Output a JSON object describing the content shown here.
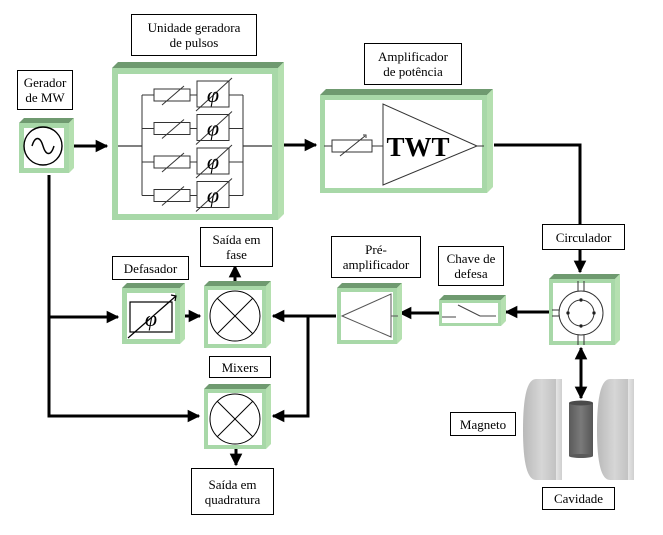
{
  "diagram": {
    "title": "MW pulsed EPR spectrometer block diagram",
    "colors": {
      "block_face": "#a8d8a8",
      "block_top": "#6f9a70",
      "block_side": "#b5e0b0",
      "line": "#000000",
      "magnet": "#c8c8c8",
      "cavity": "#606060"
    },
    "labels": {
      "gerador_mw": "Gerador\nde MW",
      "unidade_geradora": "Unidade geradora\nde pulsos",
      "amplificador_potencia": "Amplificador\nde potência",
      "circulador": "Circulador",
      "chave_defesa": "Chave de\ndefesa",
      "pre_amplificador": "Pré-\namplificador",
      "defasador": "Defasador",
      "saida_fase": "Saída em\nfase",
      "mixers": "Mixers",
      "saida_quadratura": "Saída em\nquadratura",
      "magneto": "Magneto",
      "cavidade": "Cavidade"
    },
    "symbols": {
      "twt_text": "TWT",
      "phase_symbol": "φ",
      "oscillator_symbol": "~"
    },
    "nodes": [
      {
        "id": "gerador_mw",
        "symbol": "sine-oscillator-icon"
      },
      {
        "id": "unidade_geradora",
        "symbol": "pulse-channels",
        "channels": 4
      },
      {
        "id": "amplificador_potencia",
        "symbol": "attenuator-and-twt-amplifier-icon"
      },
      {
        "id": "circulador",
        "symbol": "circulator-icon"
      },
      {
        "id": "chave_defesa",
        "symbol": "switch-icon"
      },
      {
        "id": "pre_amplificador",
        "symbol": "amplifier-triangle-icon"
      },
      {
        "id": "defasador",
        "symbol": "phase-shifter-icon"
      },
      {
        "id": "mixer_fase",
        "symbol": "mixer-icon"
      },
      {
        "id": "mixer_quadratura",
        "symbol": "mixer-icon"
      },
      {
        "id": "magneto",
        "symbol": "magnet-poles"
      },
      {
        "id": "cavidade",
        "symbol": "cavity-cylinder"
      }
    ],
    "edges": [
      {
        "from": "gerador_mw",
        "to": "unidade_geradora"
      },
      {
        "from": "unidade_geradora",
        "to": "amplificador_potencia"
      },
      {
        "from": "amplificador_potencia",
        "to": "circulador"
      },
      {
        "from": "circulador",
        "to": "cavidade",
        "bidirectional": true
      },
      {
        "from": "circulador",
        "to": "chave_defesa"
      },
      {
        "from": "chave_defesa",
        "to": "pre_amplificador"
      },
      {
        "from": "pre_amplificador",
        "to": "mixer_fase"
      },
      {
        "from": "pre_amplificador",
        "to": "mixer_quadratura"
      },
      {
        "from": "gerador_mw",
        "to": "defasador"
      },
      {
        "from": "defasador",
        "to": "mixer_fase"
      },
      {
        "from": "gerador_mw",
        "to": "mixer_quadratura"
      },
      {
        "from": "mixer_fase",
        "to": "saida_fase"
      },
      {
        "from": "mixer_quadratura",
        "to": "saida_quadratura"
      }
    ]
  }
}
